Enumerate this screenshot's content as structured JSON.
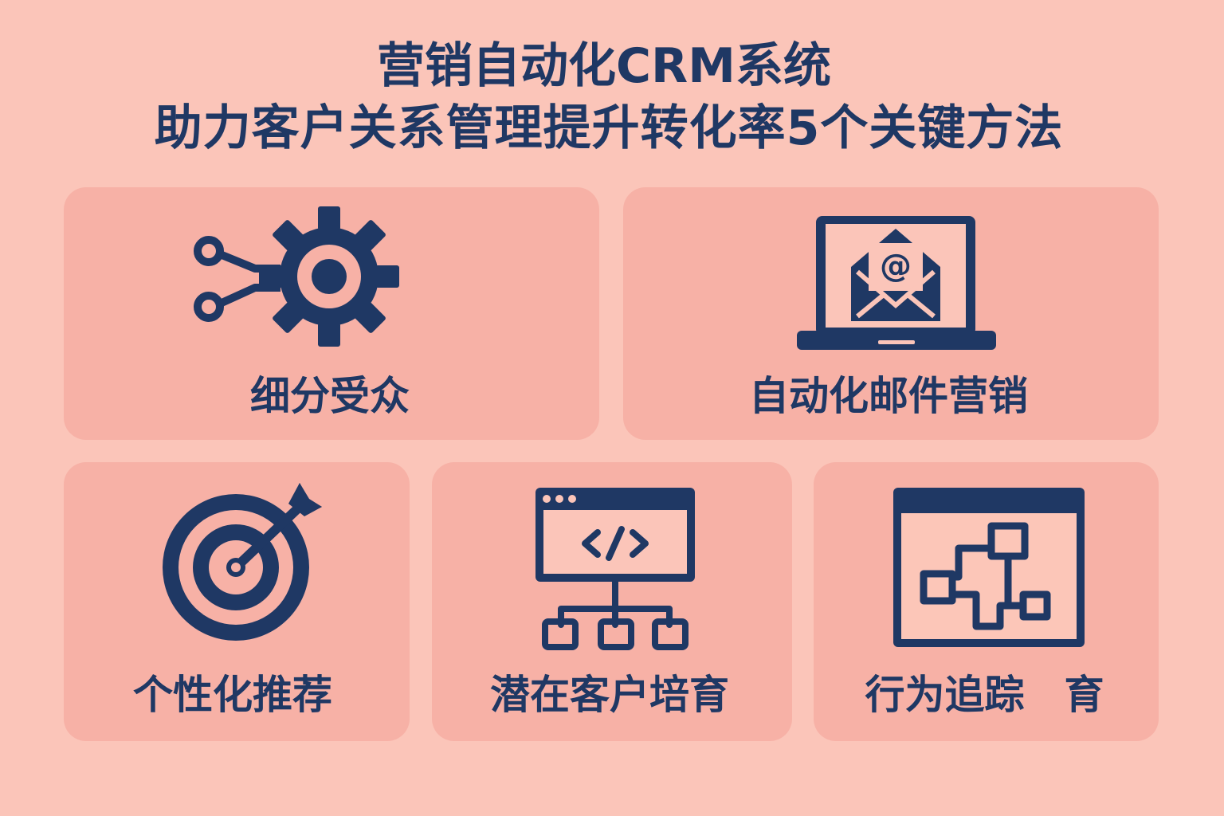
{
  "title": {
    "line1": "营销自动化CRM系统",
    "line2": "助力客户关系管理提升转化率5个关键方法"
  },
  "colors": {
    "background": "#fbc5b9",
    "card": "#f7b1a6",
    "accent": "#1f3864"
  },
  "cards": [
    {
      "label": "细分受众",
      "icon": "gear-network-icon"
    },
    {
      "label": "自动化邮件营销",
      "icon": "laptop-email-icon"
    },
    {
      "label": "个性化推荐",
      "icon": "target-arrow-icon"
    },
    {
      "label": "潜在客户培育",
      "icon": "code-window-hierarchy-icon"
    },
    {
      "label": "行为追踪　育",
      "icon": "window-flowchart-icon"
    }
  ]
}
